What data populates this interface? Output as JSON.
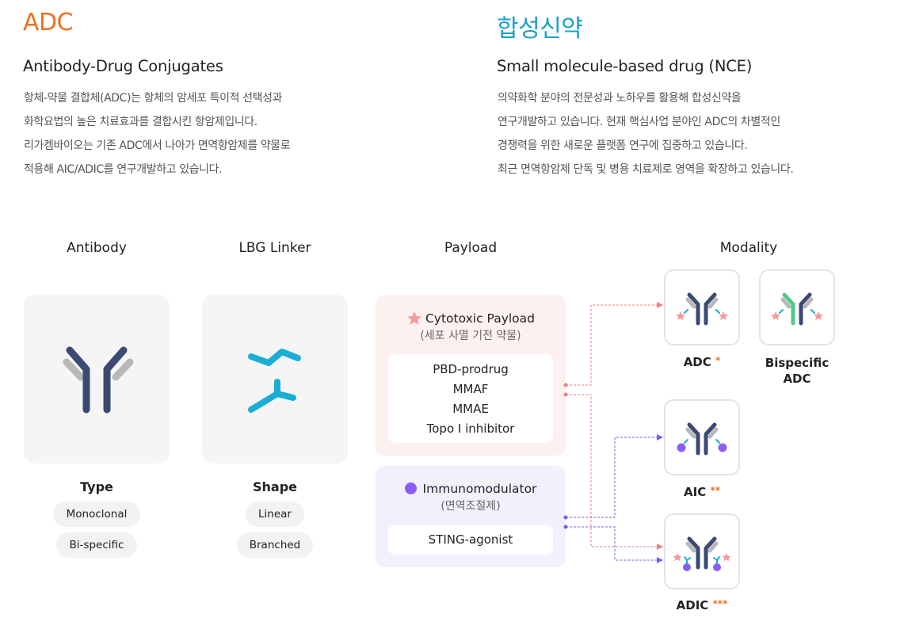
{
  "adc": {
    "title": "ADC",
    "subtitle": "Antibody-Drug Conjugates",
    "lines": [
      "항체-약물 결합체(ADC)는 항체의 암세포 특이적 선택성과",
      "화학요법의 높은 치료효과를 결합시킨 항암제입니다.",
      "리가켐바이오는 기존 ADC에서 나아가 면역항암제를 약물로",
      "적용해 AIC/ADIC를 연구개발하고 있습니다."
    ]
  },
  "nce": {
    "title": "합성신약",
    "subtitle": "Small molecule-based drug (NCE)",
    "lines": [
      "의약화학 분야의 전문성과 노하우를 활용해 합성신약을",
      "연구개발하고 있습니다. 현재 핵심사업 분야인 ADC의 차별적인",
      "경쟁력을 위한 새로운 플랫폼 연구에 집중하고 있습니다.",
      "최근 면역항암제 단독 및 병용 치료제로 영역을 확장하고 있습니다."
    ]
  },
  "columns": {
    "antibody": "Antibody",
    "linker": "LBG Linker",
    "payload": "Payload",
    "modality": "Modality"
  },
  "antibody": {
    "label": "Type",
    "options": [
      "Monoclonal",
      "Bi-specific"
    ]
  },
  "linker": {
    "label": "Shape",
    "options": [
      "Linear",
      "Branched"
    ]
  },
  "cytotoxic": {
    "title": "Cytotoxic Payload",
    "subtitle": "(세포 사멸 기전 약물)",
    "items": [
      "PBD-prodrug",
      "MMAF",
      "MMAE",
      "Topo I inhibitor"
    ]
  },
  "immuno": {
    "title": "Immunomodulator",
    "subtitle": "(면역조절제)",
    "items": [
      "STING-agonist"
    ]
  },
  "modality": {
    "adc": {
      "label": "ADC",
      "mark": "*"
    },
    "bispecific": {
      "label1": "Bispecific",
      "label2": "ADC"
    },
    "aic": {
      "label": "AIC",
      "mark": "**"
    },
    "adic": {
      "label": "ADIC",
      "mark": "***"
    }
  },
  "colors": {
    "adc_orange": "#f07020",
    "nce_teal": "#1ea0c8",
    "antibody_navy": "#3a4a72",
    "antibody_grey": "#b8b8b8",
    "linker_cyan": "#1aaed2",
    "star_pink": "#f59a9a",
    "immuno_purple": "#8b5cf6",
    "bispecific_green": "#52c98a",
    "cytotoxic_line": "#f08080",
    "immuno_line": "#7a5cf0"
  },
  "icons": {
    "star": "star-icon",
    "dot": "purple-dot-icon",
    "antibody": "antibody-icon",
    "linker": "linker-icon"
  }
}
